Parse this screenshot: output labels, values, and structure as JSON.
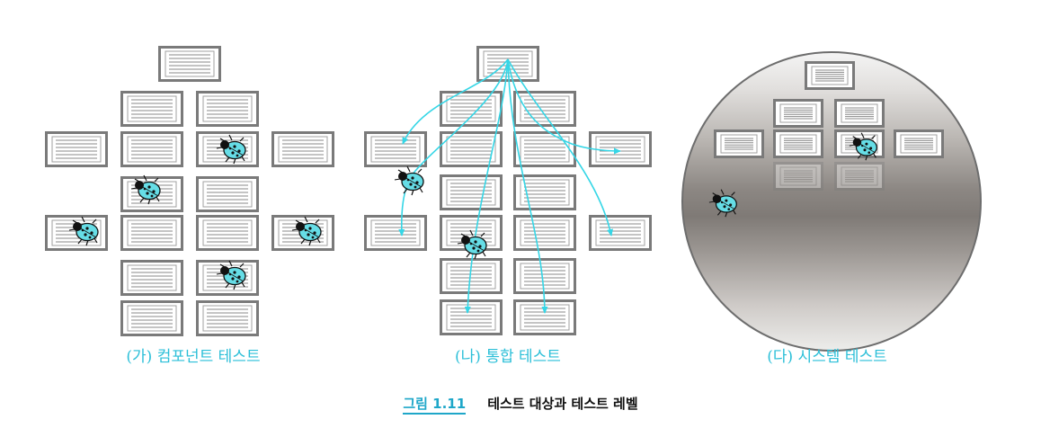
{
  "panels": [
    {
      "label": "(가) 컴포넌트 테스트"
    },
    {
      "label": "(나) 통합 테스트"
    },
    {
      "label": "(다) 시스템 테스트"
    }
  ],
  "caption": {
    "number": "그림 1.11",
    "text": "테스트 대상과 테스트 레벨"
  },
  "colors": {
    "box_border": "#7a7a7a",
    "box_lines": "#8a8a8a",
    "arrow": "#35d6e6",
    "bug_body": "#66dde6",
    "bug_head": "#111111",
    "label_text": "#2bbfd8",
    "caption_number": "#1fa7c9"
  },
  "icons": {
    "component": "document-box-icon",
    "defect": "ladybug-icon",
    "flow": "arrow-icon"
  }
}
